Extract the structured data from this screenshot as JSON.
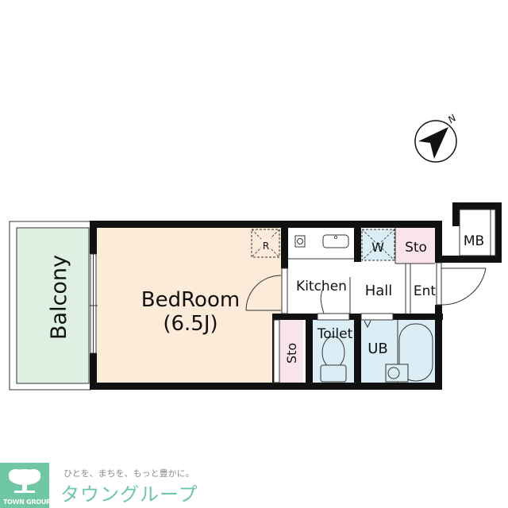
{
  "floorplan": {
    "rooms": {
      "balcony": "Balcony",
      "bedroom": "BedRoom",
      "bedroom_size": "(6.5J)",
      "kitchen": "Kitchen",
      "hall": "Hall",
      "entrance": "Ent",
      "storage_top": "Sto",
      "storage_bottom": "Sto",
      "toilet": "Toilet",
      "unit_bath": "UB",
      "meter_box": "MB",
      "washer": "W",
      "refrigerator": "R"
    },
    "compass": {
      "label": "N"
    },
    "colors": {
      "balcony": "#dff0e3",
      "bedroom": "#fdebd9",
      "storage": "#f9e3ec",
      "wet_area": "#dbeef6",
      "wall": "#111111"
    }
  },
  "footer": {
    "logo_caption": "TOWN GROUP",
    "slogan": "ひとを、まちを、もっと豊かに。",
    "brand_name": "タウングループ",
    "brand_color": "#6fc7a6"
  }
}
